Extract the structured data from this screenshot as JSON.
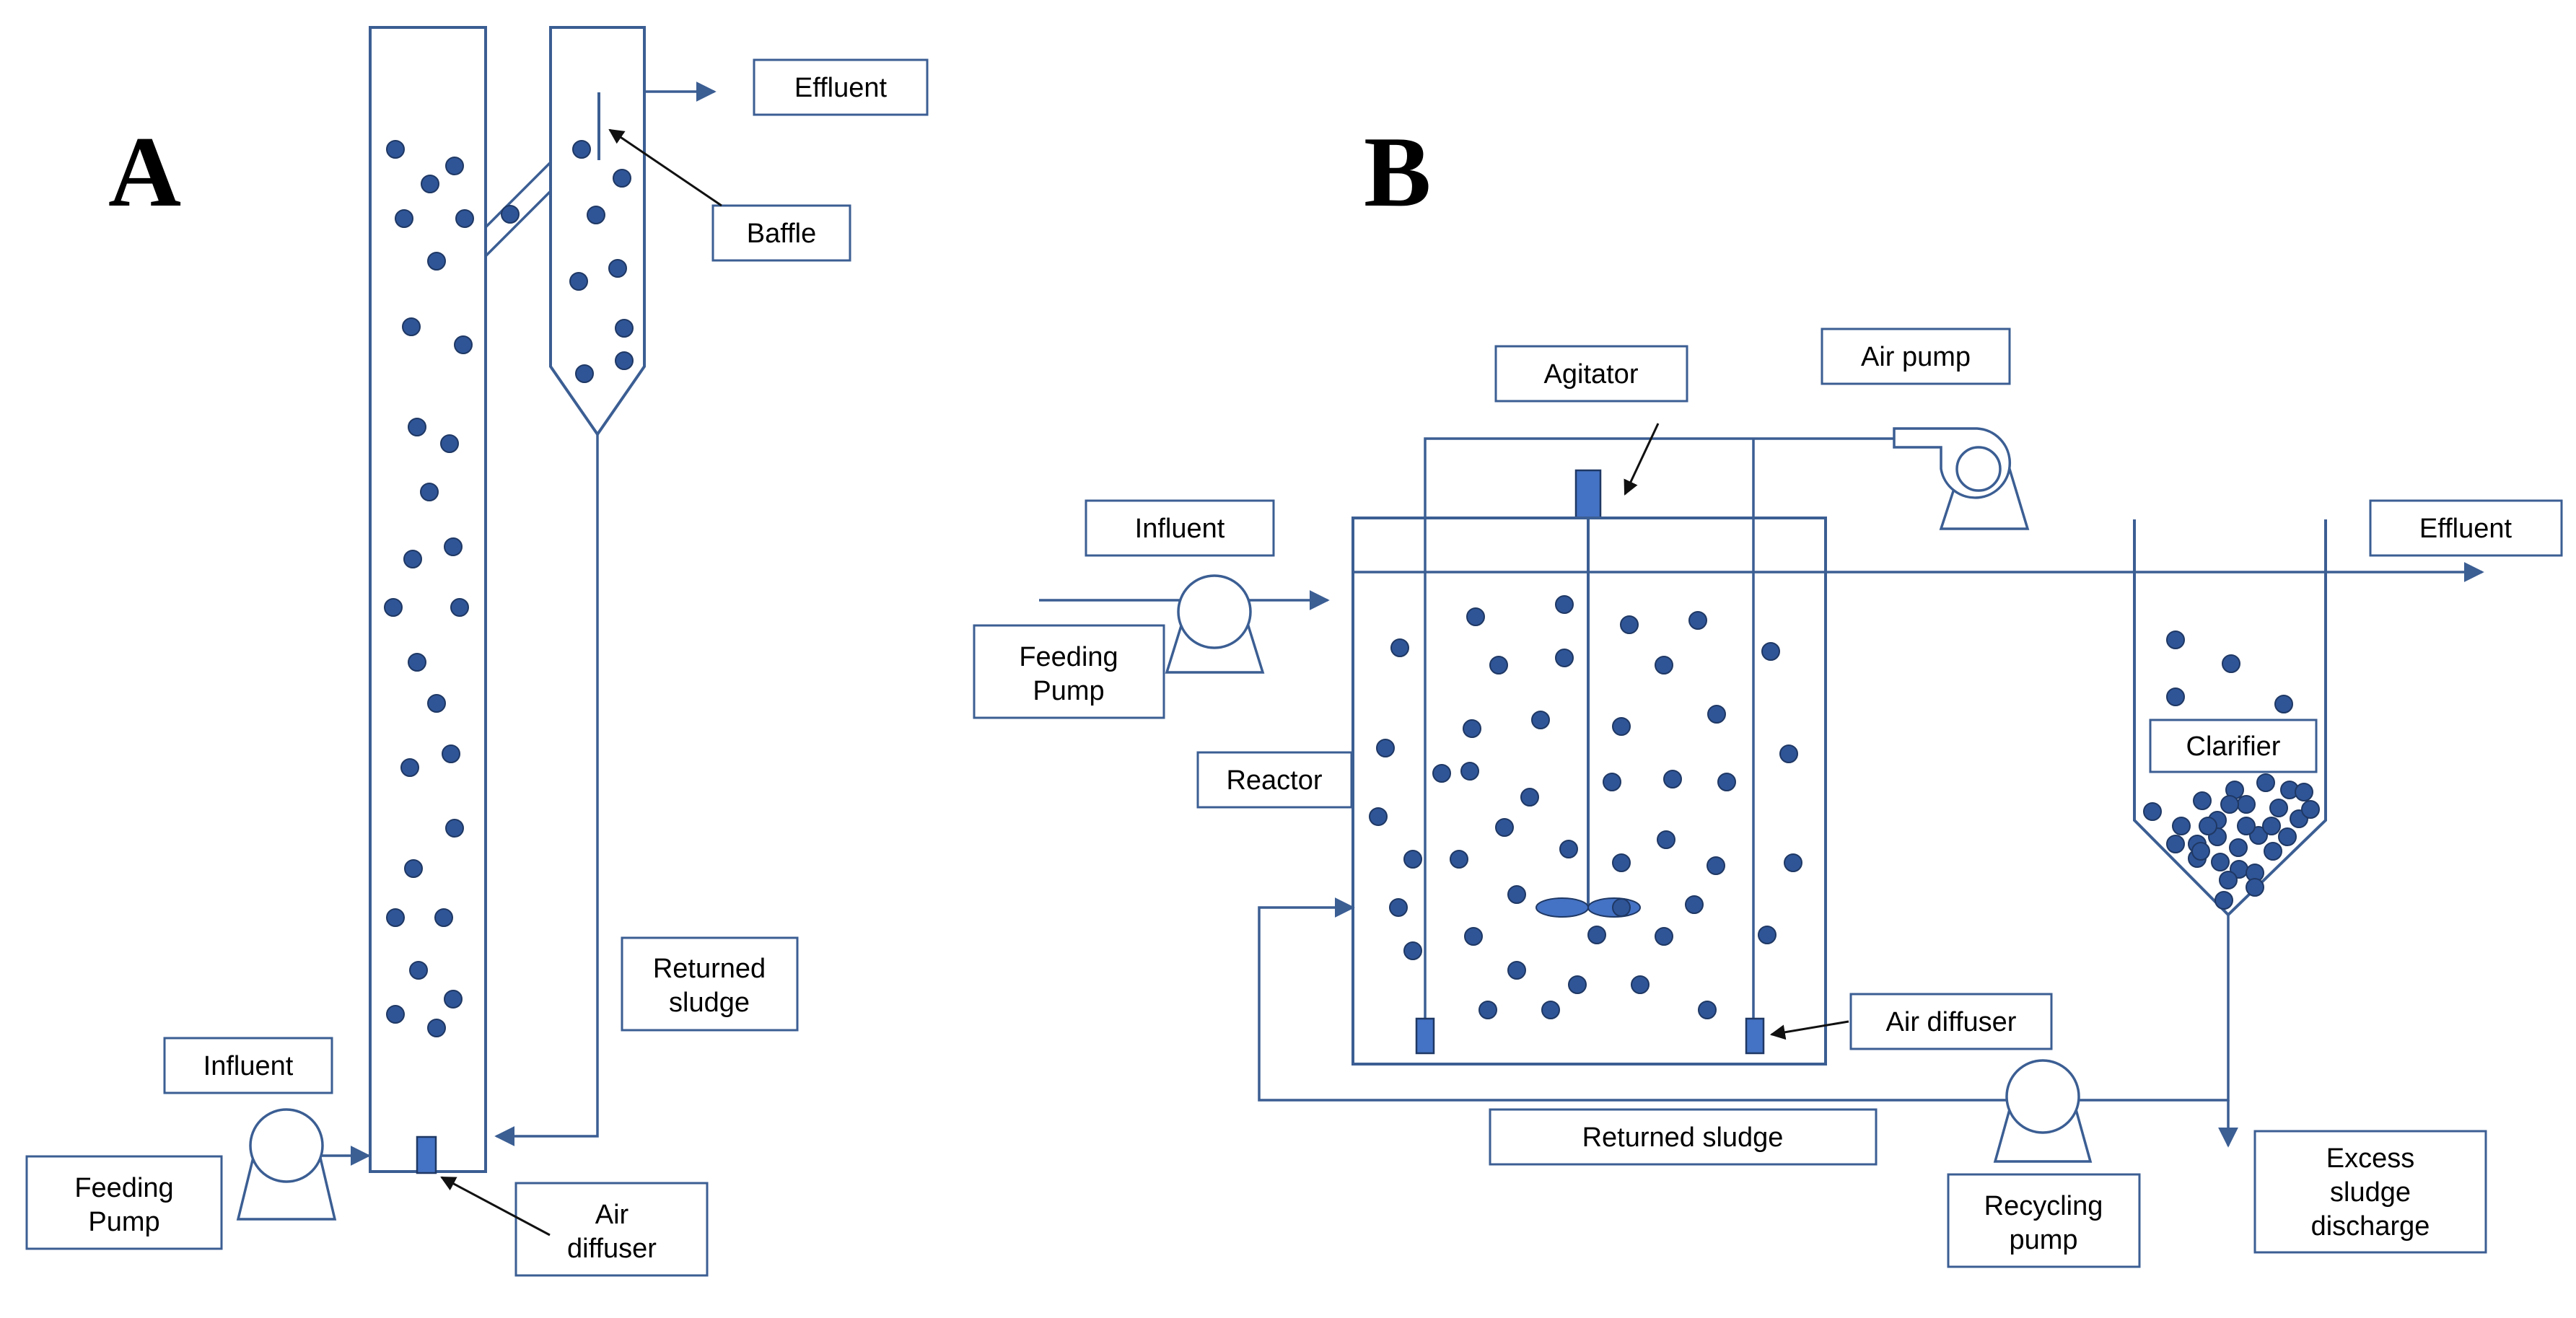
{
  "panels": {
    "a": {
      "letter": "A",
      "labels": {
        "effluent": "Effluent",
        "baffle": "Baffle",
        "returned_sludge_line1": "Returned",
        "returned_sludge_line2": "sludge",
        "influent": "Influent",
        "feeding_pump_line1": "Feeding",
        "feeding_pump_line2": "Pump",
        "air_diffuser_line1": "Air",
        "air_diffuser_line2": "diffuser"
      }
    },
    "b": {
      "letter": "B",
      "labels": {
        "agitator": "Agitator",
        "air_pump": "Air pump",
        "influent": "Influent",
        "effluent": "Effluent",
        "feeding_pump_line1": "Feeding",
        "feeding_pump_line2": "Pump",
        "reactor": "Reactor",
        "clarifier": "Clarifier",
        "air_diffuser": "Air diffuser",
        "returned_sludge": "Returned sludge",
        "recycling_pump_line1": "Recycling",
        "recycling_pump_line2": "pump",
        "excess_line1": "Excess",
        "excess_line2": "sludge",
        "excess_line3": "discharge"
      }
    }
  },
  "colors": {
    "line": "#3b5e93",
    "granule": "#2f5597",
    "granule_edge": "#1f3864",
    "text": "#000000"
  }
}
